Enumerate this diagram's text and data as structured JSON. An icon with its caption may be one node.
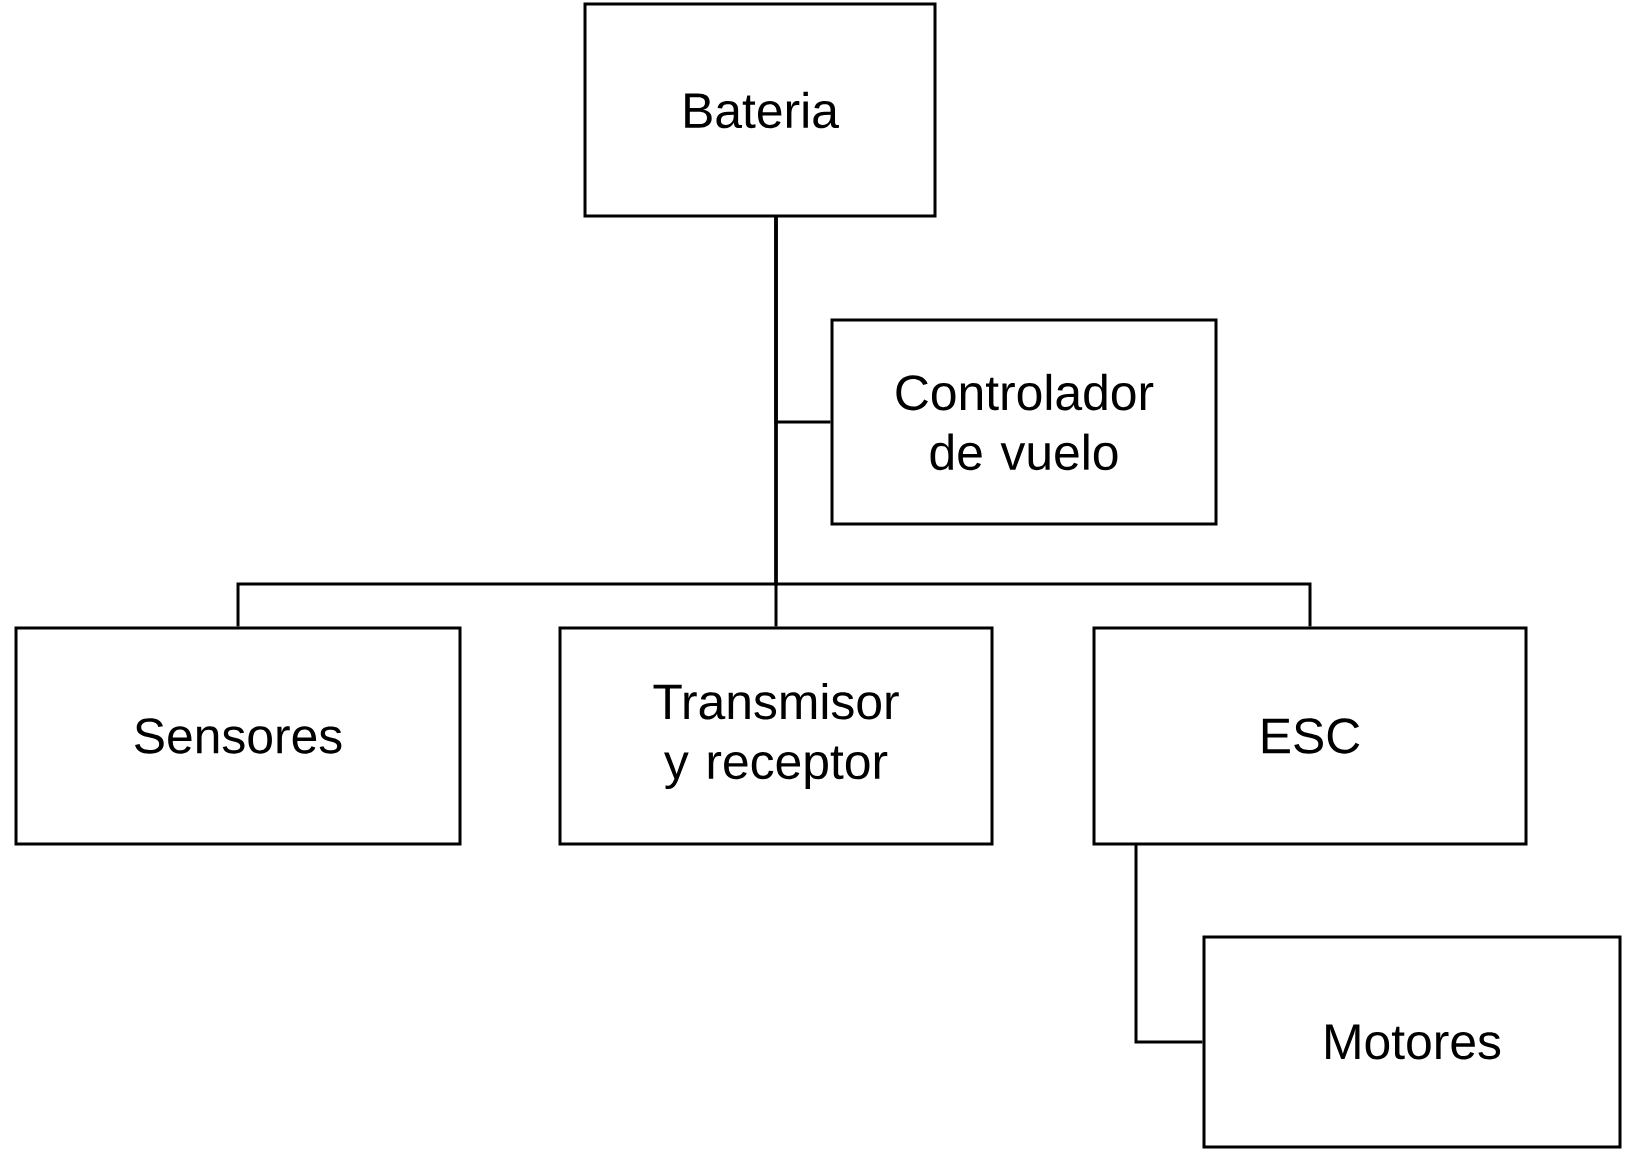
{
  "diagram": {
    "nodes": [
      {
        "text": [
          "Bateria"
        ]
      },
      {
        "text": [
          "Controlador de vuelo"
        ]
      },
      {
        "text": [
          "Sensores"
        ]
      },
      {
        "text": [
          "Transmisor y receptor"
        ]
      },
      {
        "text": [
          "ESC"
        ]
      },
      {
        "text": [
          "Motores"
        ]
      }
    ],
    "edges": [
      {
        "from": 0,
        "to": 1,
        "arrow": "none"
      },
      {
        "from": 0,
        "to": 2,
        "arrow": "none"
      },
      {
        "from": 0,
        "to": 3,
        "arrow": "none"
      },
      {
        "from": 0,
        "to": 4,
        "arrow": "none"
      },
      {
        "from": 4,
        "to": 5,
        "arrow": "none"
      }
    ]
  }
}
